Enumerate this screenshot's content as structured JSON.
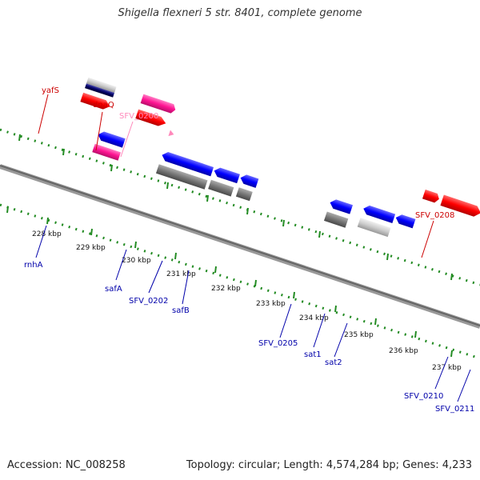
{
  "title": "Shigella flexneri 5 str. 8401, complete genome",
  "footer": {
    "accession": "Accession: NC_008258",
    "summary": "Topology: circular; Length: 4,574,284 bp; Genes: 4,233"
  },
  "kbp_ticks": [
    "228 kbp",
    "229 kbp",
    "230 kbp",
    "231 kbp",
    "232 kbp",
    "233 kbp",
    "234 kbp",
    "235 kbp",
    "236 kbp",
    "237 kbp"
  ],
  "forward_gene_labels": [
    "yafS",
    "dnaQ",
    "SFV_0200",
    "SFV_0208"
  ],
  "reverse_gene_labels": [
    "rnhA",
    "safA",
    "SFV_0202",
    "safB",
    "SFV_0205",
    "sat1",
    "sat2",
    "SFV_0210",
    "SFV_0211"
  ],
  "colors": {
    "forward_label": "#cc0000",
    "pseudo_label": "#ff88bb",
    "reverse_label": "#0000aa",
    "forward_gene": "#ff0000",
    "reverse_gene": "#0000ff",
    "pink_gene": "#ff1493",
    "grey_gene": "#777777",
    "dark_gene": "#000066",
    "light_gene": "#cccccc",
    "tick": "#228b22",
    "backbone": "#777777"
  }
}
